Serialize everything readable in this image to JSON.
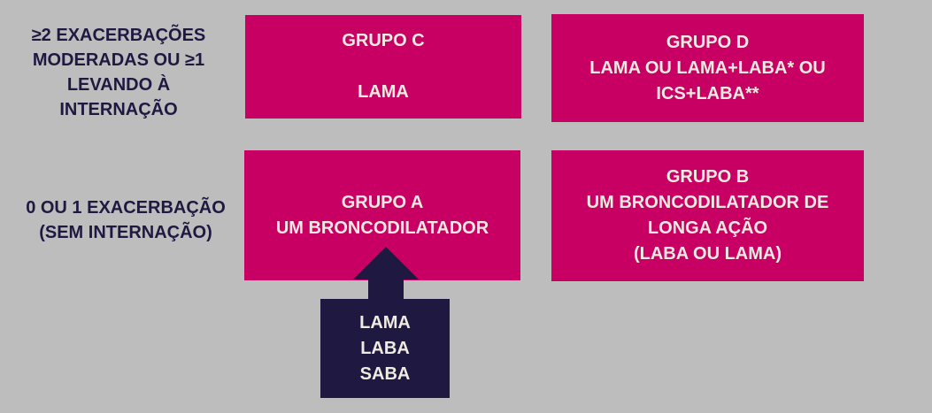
{
  "diagram": {
    "title_context": "COPD GOLD treatment groups",
    "colors": {
      "background": "#BDBDBD",
      "group_box_pink": "#C80063",
      "navy": "#1F1941",
      "box_text_cream": "#F0EBE1"
    },
    "row_labels": {
      "high_exacerbation": "≥2 EXACERBAÇÕES\nMODERADAS OU ≥1\nLEVANDO À\nINTERNAÇÃO",
      "low_exacerbation": "0 OU 1 EXACERBAÇÃO\n(SEM INTERNAÇÃO)"
    },
    "groups": {
      "c": "GRUPO C\n\nLAMA",
      "d": "GRUPO D\nLAMA OU LAMA+LABA* OU\nICS+LABA**",
      "a": "GRUPO A\nUM BRONCODILATADOR",
      "b": "GRUPO B\nUM BRONCODILATADOR DE\nLONGA AÇÃO\n(LABA OU LAMA)"
    },
    "arrow_options": "LAMA\nLABA\nSABA"
  }
}
